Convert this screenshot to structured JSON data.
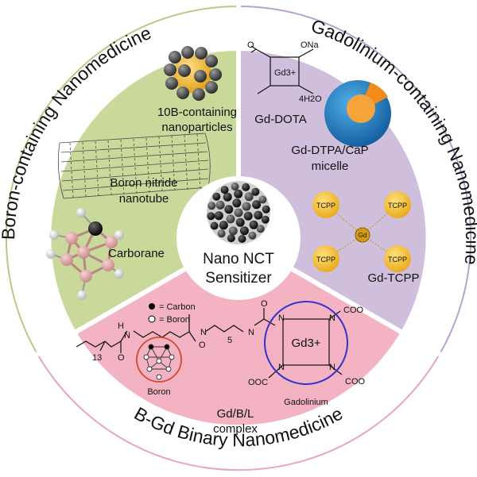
{
  "sections": {
    "boron": {
      "title": "Boron-containing Nanomedicine",
      "color": "#c8d99a",
      "items": {
        "nanoparticles_label_line1": "10B-containing",
        "nanoparticles_label_line2": "nanoparticles",
        "nanotube_label_line1": "Boron nitride",
        "nanotube_label_line2": "nanotube",
        "carborane_label": "Carborane"
      }
    },
    "gadolinium": {
      "title": "Gadolinium-containing Nanomedicine",
      "color": "#cfbfdc",
      "items": {
        "dota_label": "Gd-DOTA",
        "dota_ona": "ONa",
        "dota_o_minus": "O",
        "dota_gd": "Gd3+",
        "dota_water": "4H2O",
        "micelle_label_line1": "Gd-DTPA/CaP",
        "micelle_label_line2": "micelle",
        "tcpp_node": "TCPP",
        "gd_node": "Gd",
        "tcpp_label": "Gd-TCPP"
      }
    },
    "binary": {
      "title": "B-Gd Binary Nanomedicine",
      "color": "#f3b3c3",
      "items": {
        "legend_carbon": "= Carbon",
        "legend_boron": "= Boron",
        "boron_label": "Boron",
        "gadolinium_label": "Gadolinium",
        "gd_ion": "Gd3+",
        "complex_label_line1": "Gd/B/L",
        "complex_label_line2": "complex",
        "coo1": "COO",
        "coo2": "COO",
        "ooc": "OOC",
        "sub13": "13",
        "sub5": "5",
        "n_atom": "N",
        "h_atom": "H",
        "o_atom": "O"
      }
    }
  },
  "center": {
    "line1": "Nano NCT",
    "line2": "Sensitizer"
  }
}
